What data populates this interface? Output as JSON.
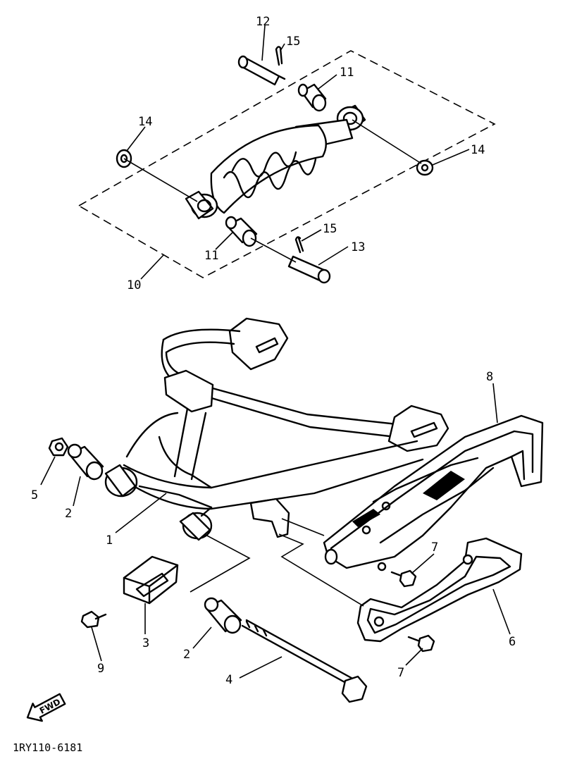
{
  "callouts": {
    "c1": "1",
    "c2a": "2",
    "c2b": "2",
    "c3": "3",
    "c4": "4",
    "c5": "5",
    "c6": "6",
    "c7a": "7",
    "c7b": "7",
    "c8": "8",
    "c9": "9",
    "c10": "10",
    "c11a": "11",
    "c11b": "11",
    "c12": "12",
    "c13": "13",
    "c14a": "14",
    "c14b": "14",
    "c15a": "15",
    "c15b": "15"
  },
  "direction_label": "FWD",
  "diagram_code": "1RY110-6181"
}
